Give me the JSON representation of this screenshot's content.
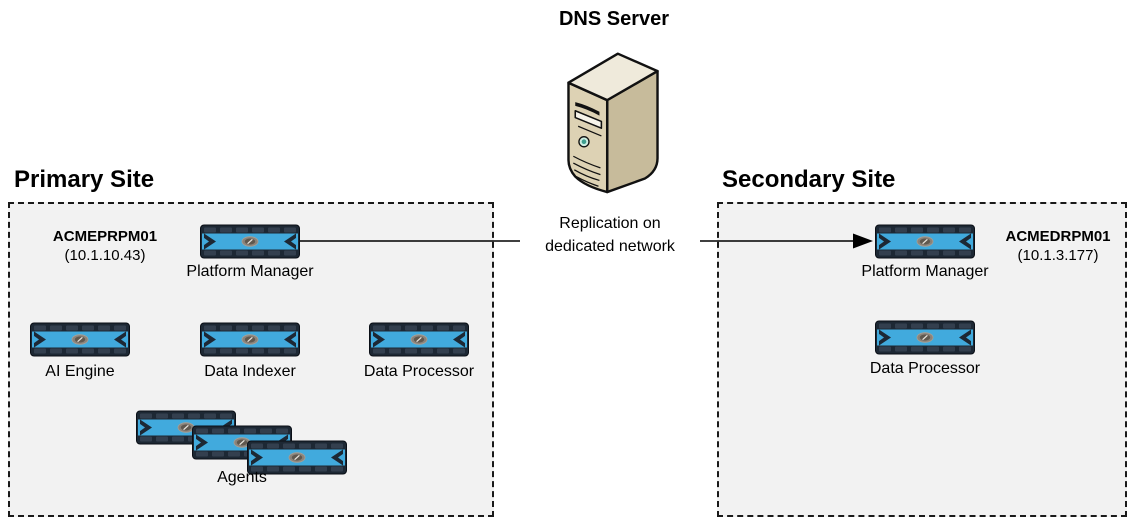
{
  "diagram": {
    "dns_server": {
      "label": "DNS Server"
    },
    "replication_link": {
      "label_line1": "Replication on",
      "label_line2": "dedicated network"
    },
    "primary_site": {
      "title": "Primary Site",
      "platform_manager": {
        "label": "Platform Manager",
        "host": "ACMEPRPM01",
        "ip": "(10.1.10.43)"
      },
      "nodes": [
        {
          "label": "AI Engine"
        },
        {
          "label": "Data Indexer"
        },
        {
          "label": "Data Processor"
        }
      ],
      "agents": {
        "label": "Agents",
        "stack_count": 3
      }
    },
    "secondary_site": {
      "title": "Secondary Site",
      "platform_manager": {
        "label": "Platform Manager",
        "host": "ACMEDRPM01",
        "ip": "(10.1.3.177)"
      },
      "data_processor": {
        "label": "Data Processor"
      }
    }
  },
  "colors": {
    "appliance_blue": "#41aadd",
    "appliance_body": "#1d2834",
    "appliance_segment": "#333f4e",
    "site_background": "#f2f2f2",
    "server_front": "#ddd2b4",
    "server_side": "#c7bb9b",
    "server_top": "#efeadb",
    "power_button": "#3f9f8f"
  }
}
